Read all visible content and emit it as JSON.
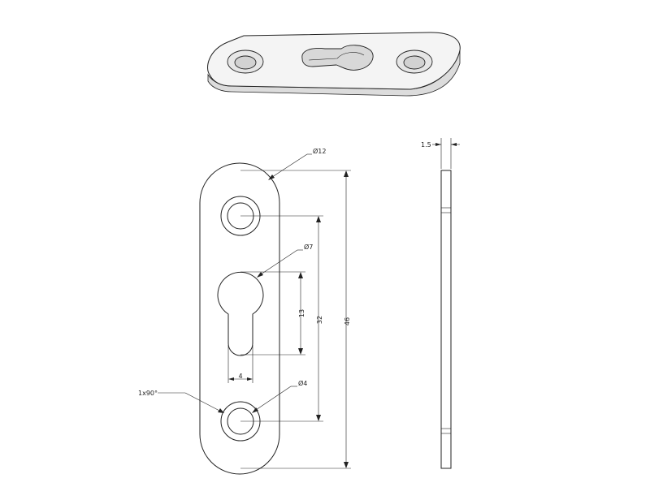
{
  "drawing": {
    "dimensions": {
      "outer_radius": "Ø12",
      "keyhole_diameter": "Ø7",
      "slot_height": "13",
      "hole_spacing": "32",
      "overall_length": "46",
      "slot_width": "4",
      "hole_diameter": "Ø4",
      "chamfer": "1x90°",
      "thickness": "1.5"
    }
  }
}
